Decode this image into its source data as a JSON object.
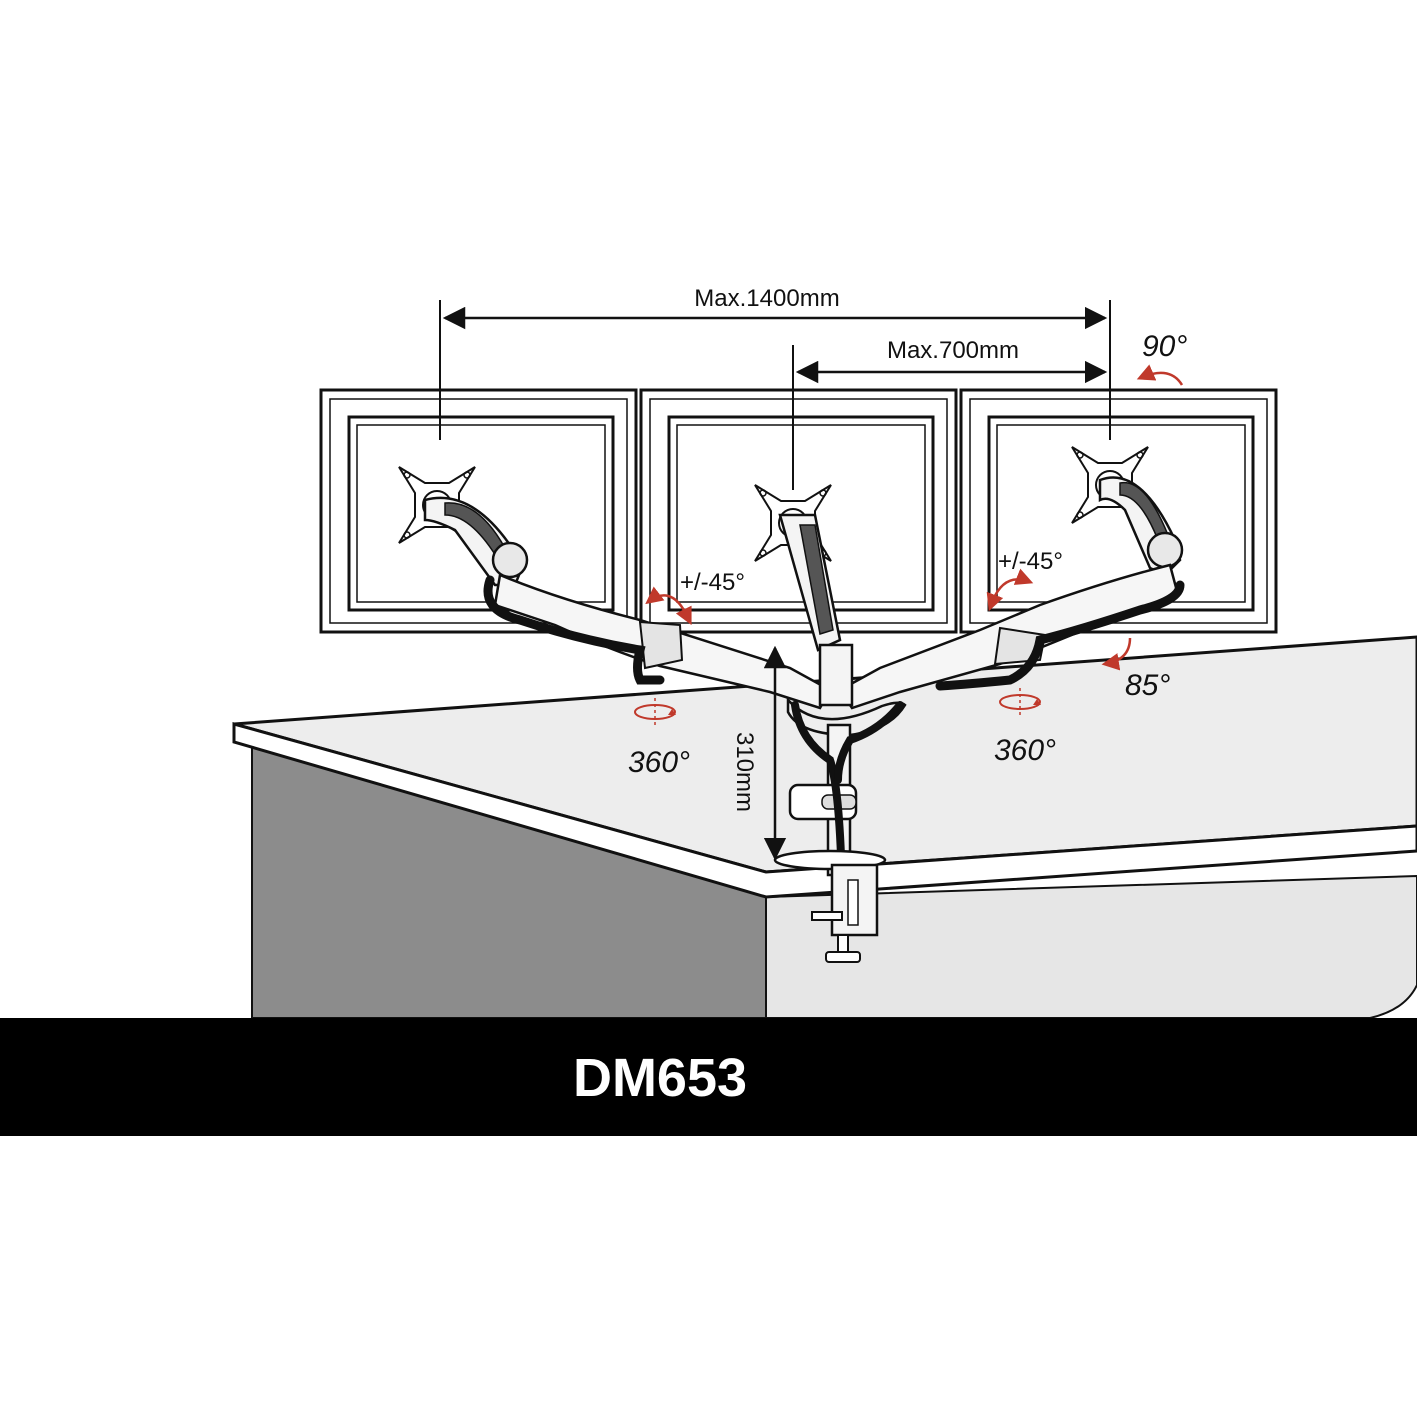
{
  "diagram": {
    "model_name": "DM653",
    "dimensions": {
      "max_span_outer": "Max.1400mm",
      "max_span_inner": "Max.700mm",
      "pole_height": "310mm"
    },
    "angles": {
      "rotation": "90°",
      "tilt": "85°",
      "swivel_left": "+/-45°",
      "swivel_right": "+/-45°",
      "arm_rotation_left": "360°",
      "arm_rotation_right": "360°"
    },
    "colors": {
      "line": "#111111",
      "arrow": "#c0392b",
      "desk_side": "#8c8c8c",
      "desk_front": "#e6e6e6",
      "desk_top": "#ededed",
      "banner": "#000000",
      "banner_text": "#ffffff"
    }
  }
}
